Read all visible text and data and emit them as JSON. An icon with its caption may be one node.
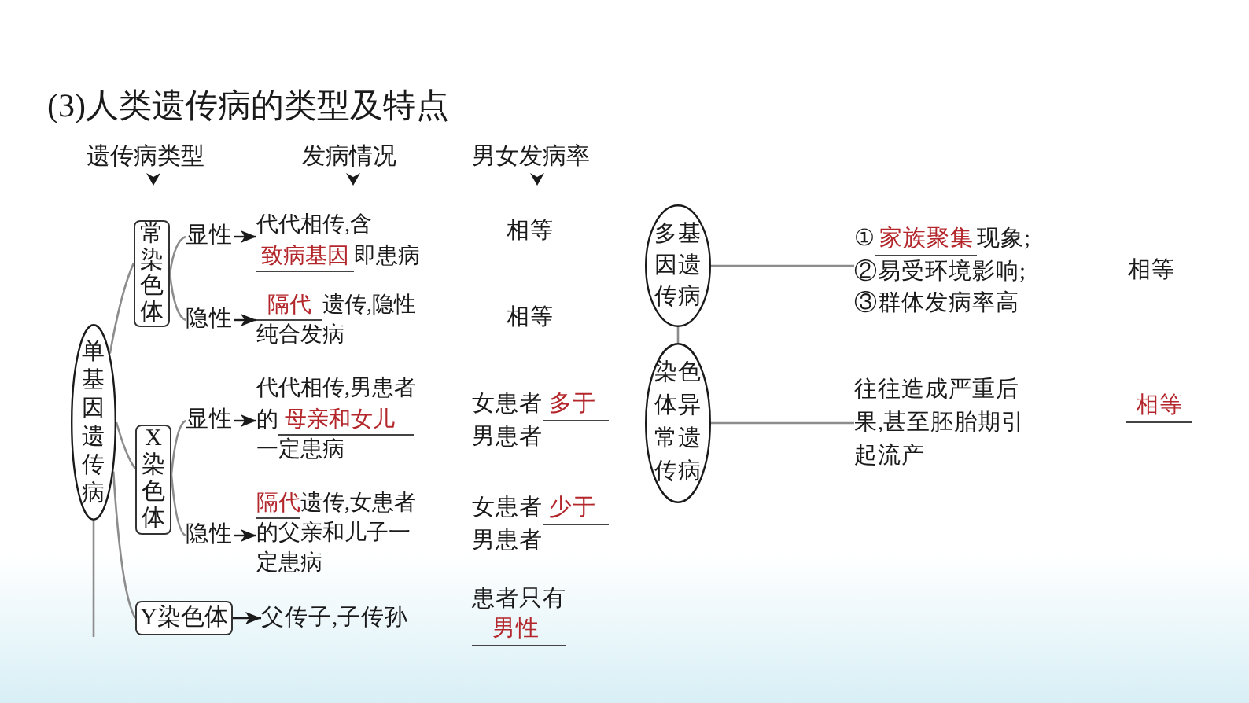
{
  "diagram": {
    "title": "(3)人类遗传病的类型及特点",
    "nodes": [
      {
        "text": [
          "单基因遗传病"
        ]
      },
      {
        "text": [
          "常染色体"
        ]
      },
      {
        "text": [
          "X染色体"
        ]
      },
      {
        "text": [
          "Y染色体"
        ]
      },
      {
        "text": [
          "显性"
        ]
      },
      {
        "text": [
          "隐性"
        ]
      },
      {
        "text": [
          "显性"
        ]
      },
      {
        "text": [
          "隐性"
        ]
      },
      {
        "text": [
          "代代相传,含**致病基因**即患病"
        ]
      },
      {
        "text": [
          "**隔代**遗传,隐性纯合发病"
        ]
      },
      {
        "text": [
          "代代相传,男患者的**母亲和女儿**一定患病"
        ]
      },
      {
        "text": [
          "**隔代**遗传,女患者的父亲和儿子一定患病"
        ]
      },
      {
        "text": [
          "父传子,子传孙"
        ]
      },
      {
        "text": [
          "多基因遗传病"
        ]
      },
      {
        "text": [
          "染色体异常遗传病"
        ]
      },
      {
        "text": [
          "①**家族聚集**现象;",
          "②易受环境影响;",
          "③群体发病率高"
        ]
      },
      {
        "text": [
          "往往造成严重后果,甚至胚胎期引起流产"
        ]
      }
    ],
    "edges": [
      {
        "from": 0,
        "to": 1,
        "arrow": "none"
      },
      {
        "from": 0,
        "to": 2,
        "arrow": "none"
      },
      {
        "from": 0,
        "to": 3,
        "arrow": "none"
      },
      {
        "from": 1,
        "to": 4,
        "arrow": "none"
      },
      {
        "from": 1,
        "to": 5,
        "arrow": "none"
      },
      {
        "from": 2,
        "to": 6,
        "arrow": "none"
      },
      {
        "from": 2,
        "to": 7,
        "arrow": "none"
      },
      {
        "from": 4,
        "to": 8,
        "arrow": "to",
        "color": "#1a1a1a"
      },
      {
        "from": 5,
        "to": 9,
        "arrow": "to",
        "color": "#1a1a1a"
      },
      {
        "from": 6,
        "to": 10,
        "arrow": "to",
        "color": "#1a1a1a"
      },
      {
        "from": 7,
        "to": 11,
        "arrow": "to",
        "color": "#1a1a1a"
      },
      {
        "from": 3,
        "to": 12,
        "arrow": "to",
        "color": "#1a1a1a"
      },
      {
        "from": 13,
        "to": 14,
        "arrow": "none"
      },
      {
        "from": 13,
        "to": 15,
        "arrow": "none"
      },
      {
        "from": 14,
        "to": 16,
        "arrow": "none"
      },
      {
        "from": 0,
        "to": null,
        "arrow": "none"
      }
    ],
    "labels": [
      "遗传病类型",
      "发病情况",
      "男女发病率",
      "相等",
      "相等",
      "女患者**多于**男患者",
      "女患者**少于**男患者",
      "患者只有**男性**",
      "相等",
      "相等"
    ]
  }
}
